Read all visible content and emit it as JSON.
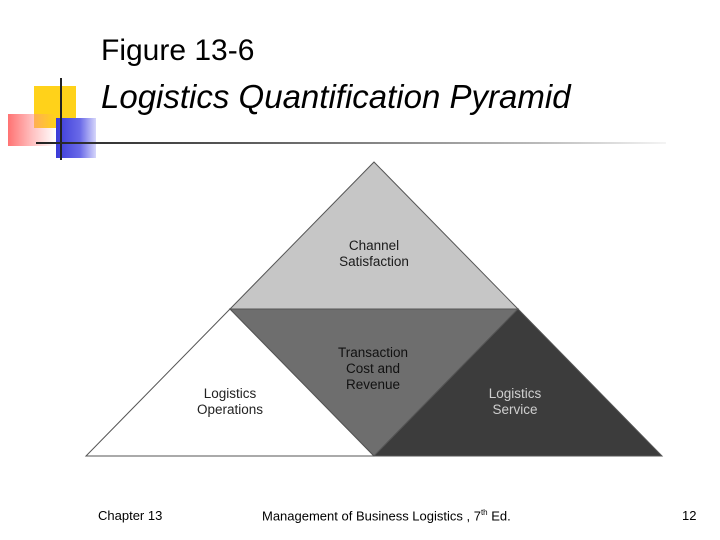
{
  "title": {
    "figure_number": "Figure 13-6",
    "caption": "Logistics Quantification Pyramid"
  },
  "pyramid": {
    "top": [
      "Channel",
      "Satisfaction"
    ],
    "center": [
      "Transaction",
      "Cost and",
      "Revenue"
    ],
    "left": [
      "Logistics",
      "Operations"
    ],
    "right": [
      "Logistics",
      "Service"
    ]
  },
  "colors": {
    "top_fill": "#c6c6c6",
    "center_fill": "#6e6e6e",
    "left_fill": "#ffffff",
    "right_fill": "#3c3c3c",
    "accent_yellow": "#ffd21a",
    "accent_red": "#ff5a5a",
    "accent_blue": "#3a3ad8"
  },
  "footer": {
    "chapter": "Chapter 13",
    "book_main": "Management of Business Logistics , 7",
    "book_sup": "th",
    "book_tail": " Ed.",
    "page": "12"
  }
}
